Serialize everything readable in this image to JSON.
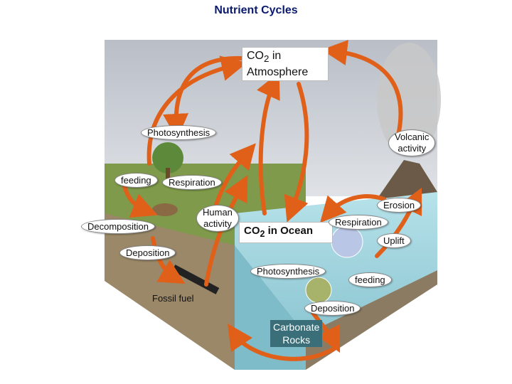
{
  "title": "Nutrient Cycles",
  "labels": {
    "co2_atmosphere_line1": "CO",
    "co2_atmosphere_sub": "2",
    "co2_atmosphere_suffix": " in",
    "co2_atmosphere_line2": "Atmosphere",
    "photosynthesis_land": "Photosynthesis",
    "volcanic_line1": "Volcanic",
    "volcanic_line2": "activity",
    "feeding_land": "feeding",
    "respiration_land": "Respiration",
    "erosion": "Erosion",
    "human_line1": "Human",
    "human_line2": "activity",
    "co2_ocean_prefix": "CO",
    "co2_ocean_sub": "2",
    "co2_ocean_suffix": " in Ocean",
    "respiration_ocean": "Respiration",
    "decomposition": "Decomposition",
    "uplift": "Uplift",
    "deposition_land": "Deposition",
    "photosynthesis_ocean": "Photosynthesis",
    "feeding_ocean": "feeding",
    "fossil_fuel": "Fossil fuel",
    "deposition_ocean": "Deposition",
    "carbonate_line1": "Carbonate",
    "carbonate_line2": "Rocks"
  },
  "colors": {
    "title": "#0a1a6e",
    "arrow": "#e0601a",
    "sky": "#c9ced6",
    "ocean": "#9fd2dc",
    "ground": "#8b7a5e",
    "grass": "#7f9a4a"
  }
}
